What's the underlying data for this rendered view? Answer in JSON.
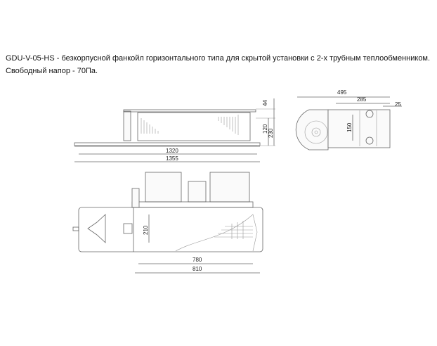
{
  "caption": {
    "line1": "GDU-V-05-HS - безкорпусной фанкойл горизонтального типа для скрытой установки с 2-х трубным теплообменником.",
    "line2": "Свободный напор - 70Па."
  },
  "side_view": {
    "dim_44": "44",
    "dim_120": "120",
    "dim_230": "230",
    "dim_1320": "1320",
    "dim_1355": "1355"
  },
  "end_view": {
    "dim_495": "495",
    "dim_285": "285",
    "dim_25": "25",
    "dim_150": "150"
  },
  "top_view": {
    "dim_210": "210",
    "dim_780": "780",
    "dim_810": "810"
  }
}
